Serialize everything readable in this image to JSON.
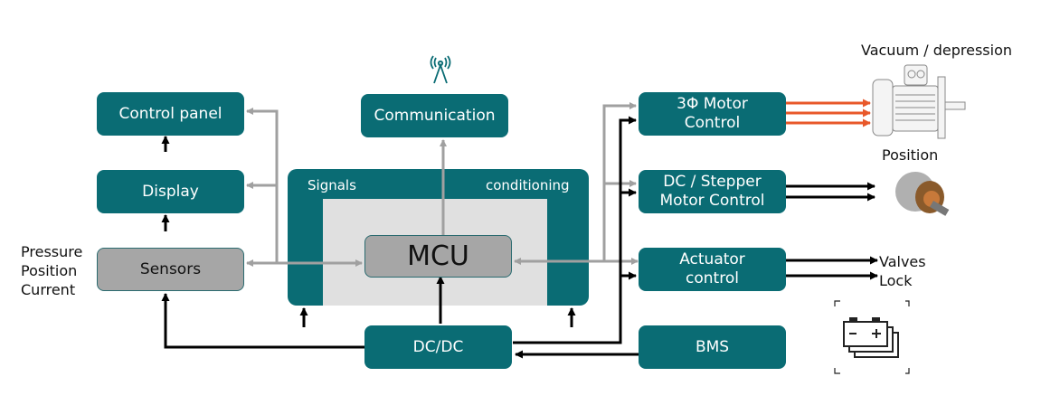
{
  "blocks": {
    "control_panel": "Control panel",
    "display": "Display",
    "sensors": "Sensors",
    "communication": "Communication",
    "signals_left": "Signals",
    "signals_right": "conditioning",
    "mcu": "MCU",
    "dcdc": "DC/DC",
    "motor3_line1": "3Φ Motor",
    "motor3_line2": "Control",
    "stepper_line1": "DC / Stepper",
    "stepper_line2": "Motor Control",
    "actuator_line1": "Actuator",
    "actuator_line2": "control",
    "bms": "BMS"
  },
  "labels": {
    "sensor_inputs": [
      "Pressure",
      "Position",
      "Current"
    ],
    "vacuum": "Vacuum / depression",
    "position": "Position",
    "valves": "Valves",
    "lock": "Lock"
  },
  "colors": {
    "teal": "#0a6c74",
    "mcu_gray": "#a6a6a6",
    "inner_gray": "#e0e0e0",
    "signal_wire": "#a0a0a0",
    "power_wire": "#000000",
    "phase_wire": "#e8582a"
  },
  "icons": [
    "antenna-icon",
    "motor-image",
    "stepper-motor-image",
    "battery-icon"
  ]
}
